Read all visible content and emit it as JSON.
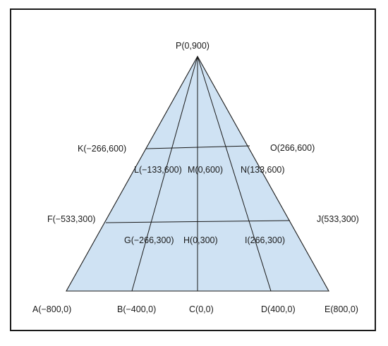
{
  "diagram": {
    "fill_color": "#cfe2f3",
    "line_color": "#1a1a1a",
    "points": {
      "P": "P(0,900)",
      "K": "K(−266,600)",
      "O": "O(266,600)",
      "L": "L(−133,600)",
      "M": "M(0,600)",
      "N": "N(133,600)",
      "F": "F(−533,300)",
      "J": "J(533,300)",
      "G": "G(−266,300)",
      "H": "H(0,300)",
      "I": "I(266,300)",
      "A": "A(−800,0)",
      "B": "B(−400,0)",
      "C": "C(0,0)",
      "D": "D(400,0)",
      "E": "E(800,0)"
    }
  }
}
